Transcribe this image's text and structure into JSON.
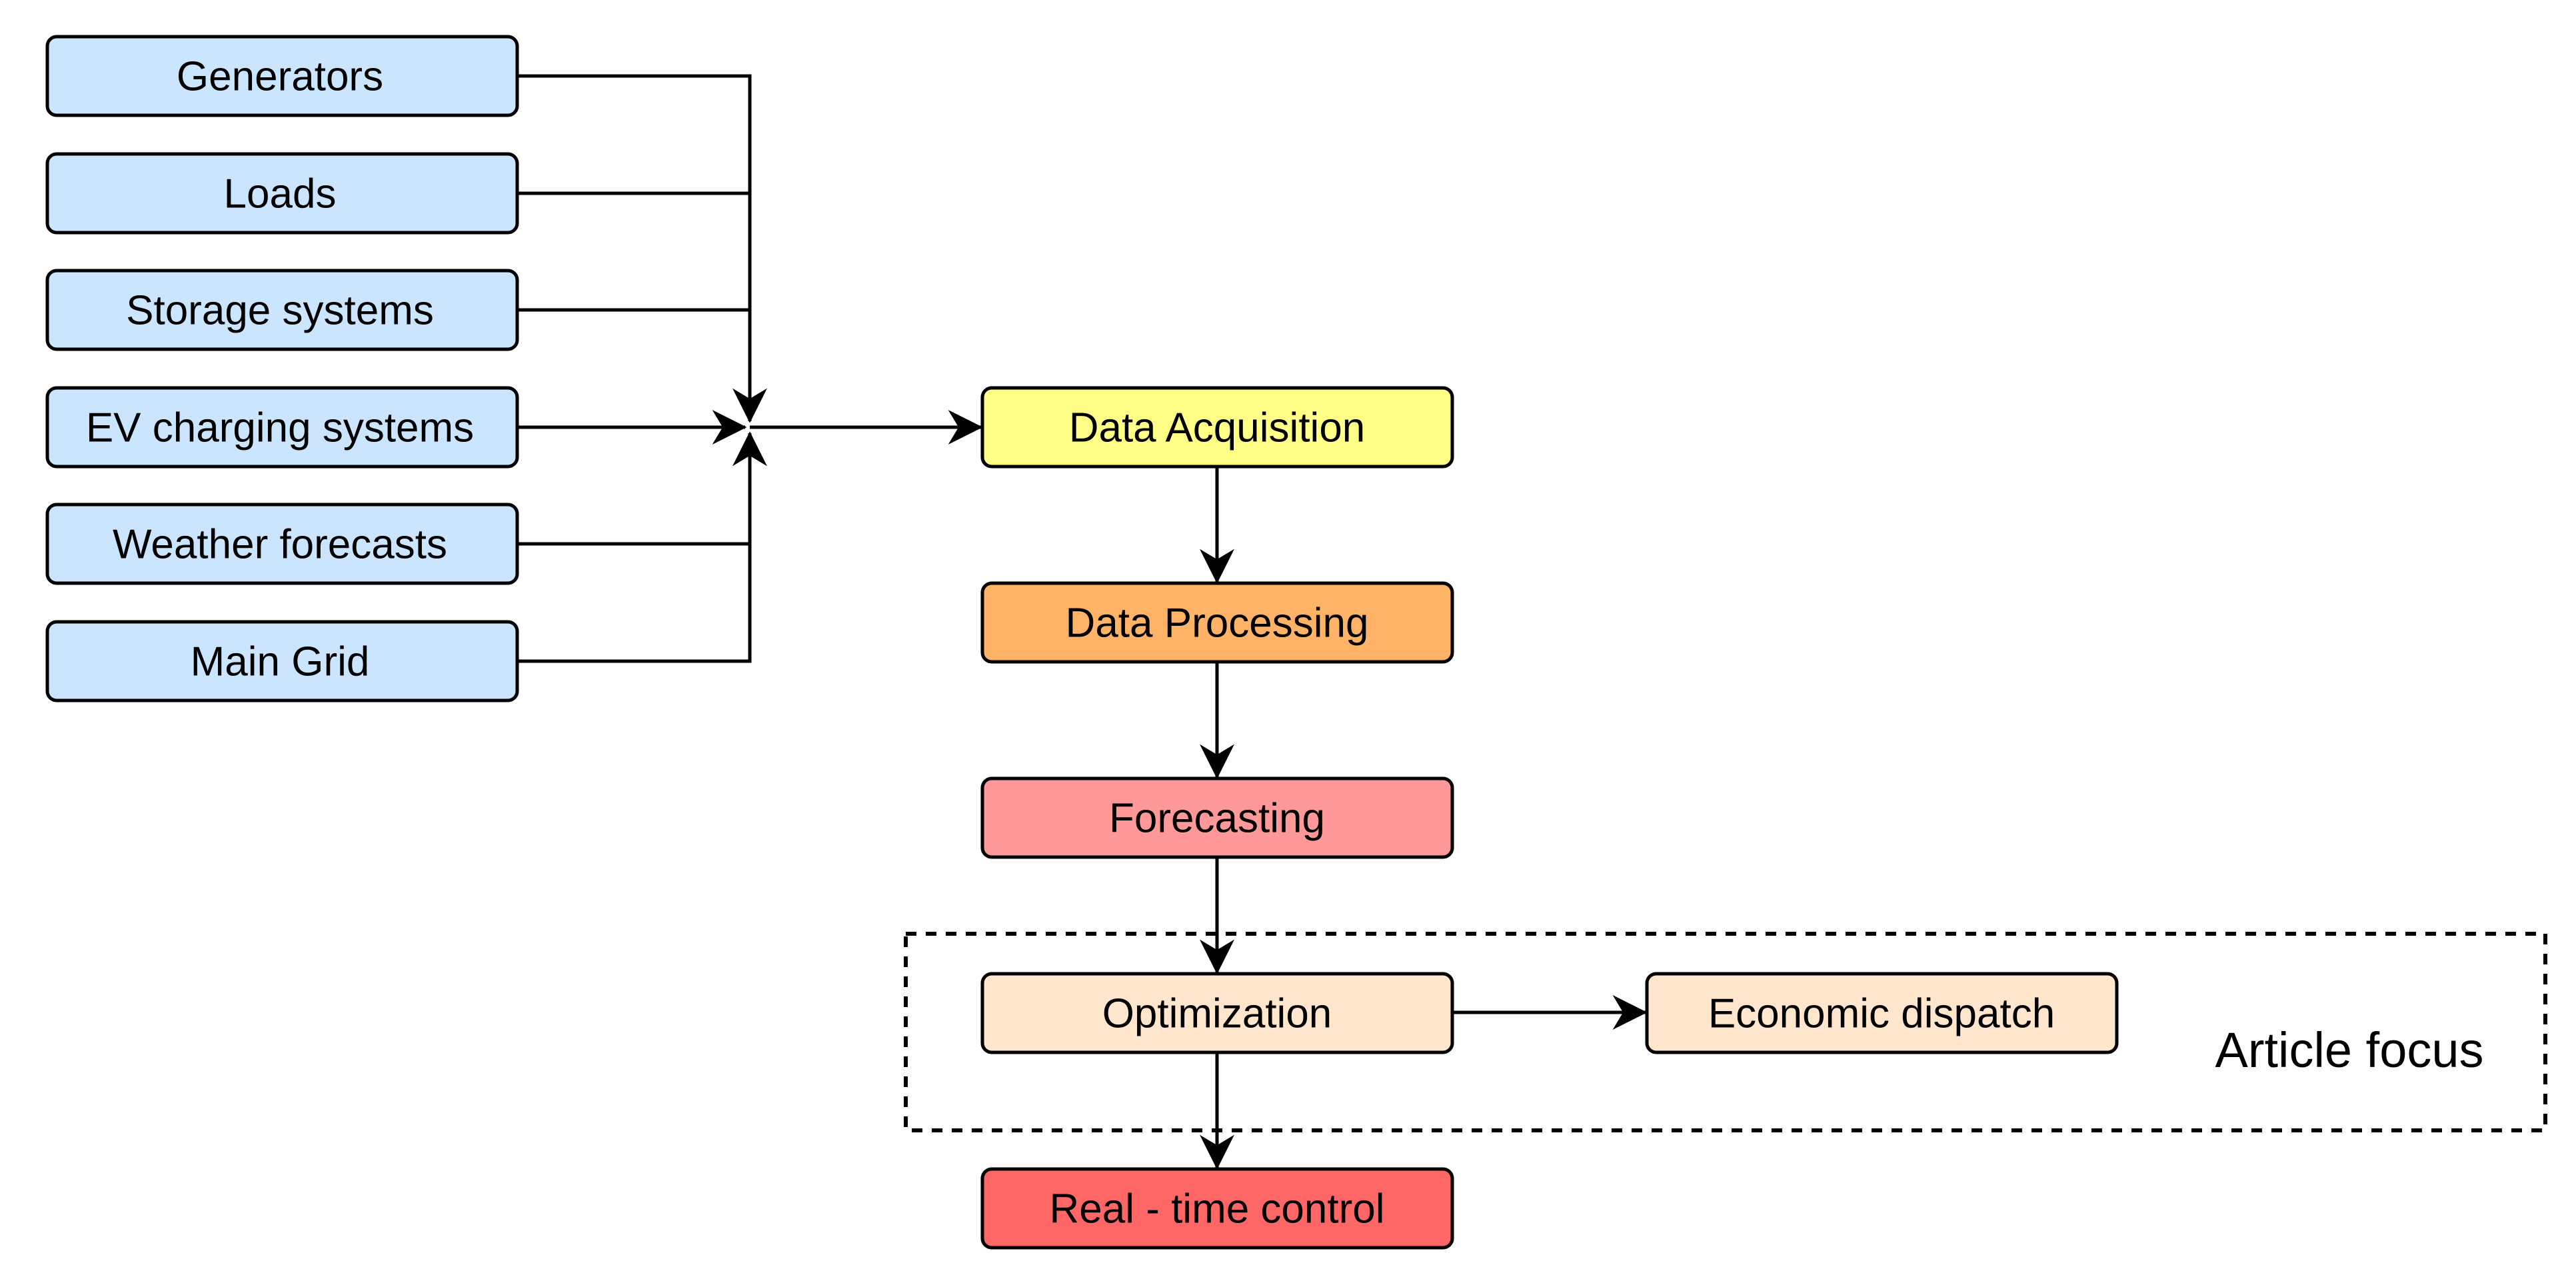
{
  "sources": [
    {
      "id": "generators",
      "label": "Generators"
    },
    {
      "id": "loads",
      "label": "Loads"
    },
    {
      "id": "storage-systems",
      "label": "Storage systems"
    },
    {
      "id": "ev-charging-systems",
      "label": "EV charging systems"
    },
    {
      "id": "weather-forecasts",
      "label": "Weather forecasts"
    },
    {
      "id": "main-grid",
      "label": "Main Grid"
    }
  ],
  "pipeline": [
    {
      "id": "data-acquisition",
      "label": "Data Acquisition",
      "color": "#FFFF88"
    },
    {
      "id": "data-processing",
      "label": "Data Processing",
      "color": "#FFB366"
    },
    {
      "id": "forecasting",
      "label": "Forecasting",
      "color": "#FF9999"
    },
    {
      "id": "optimization",
      "label": "Optimization",
      "color": "#FFE6CC"
    },
    {
      "id": "real-time-control",
      "label": "Real - time control",
      "color": "#FF6666"
    }
  ],
  "branch": {
    "id": "economic-dispatch",
    "label": "Economic dispatch",
    "color": "#FFE6CC"
  },
  "focus_region": {
    "label": "Article focus"
  },
  "colors": {
    "source_fill": "#CCE5FF",
    "stroke": "#000000"
  }
}
